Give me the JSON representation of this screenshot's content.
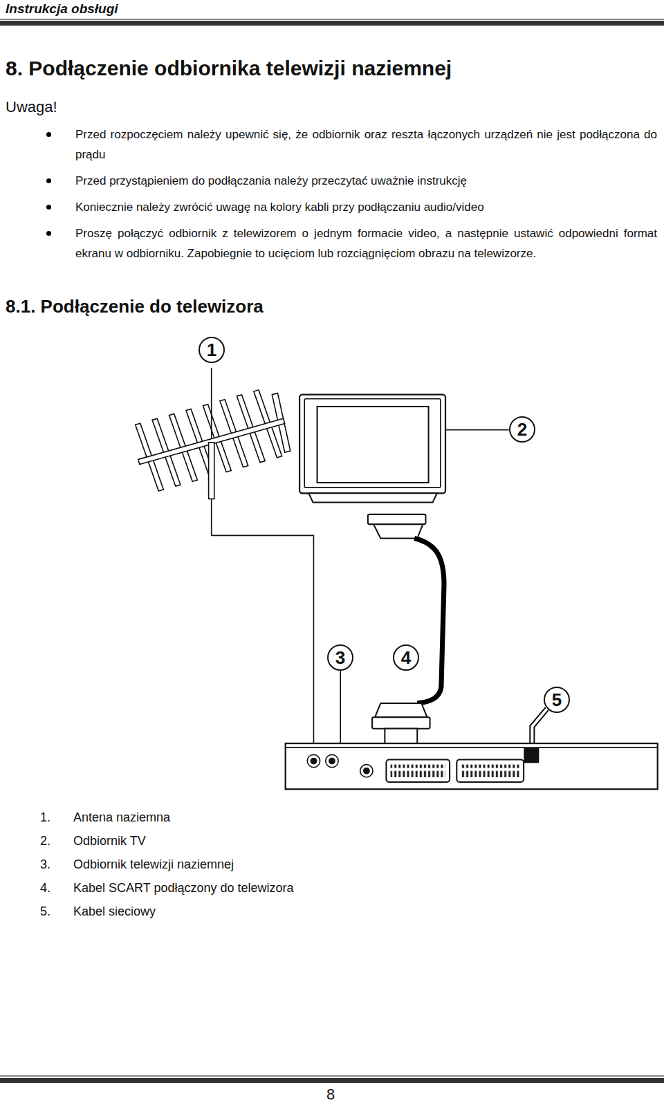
{
  "diagram": {
    "title": "8. Podłączenie odbiornika telewizji naziemnej",
    "nodes": [
      {
        "text": [
          "1"
        ]
      },
      {
        "text": [
          "2"
        ]
      },
      {
        "text": [
          "3"
        ]
      },
      {
        "text": [
          "4"
        ]
      },
      {
        "text": [
          "5"
        ]
      }
    ],
    "labels": [
      "Instrukcja obsługi",
      "Uwaga!",
      "Przed rozpoczęciem należy upewnić się, że odbiornik oraz reszta łączonych urządzeń nie jest podłączona do prądu",
      "Przed przystąpieniem do podłączania należy przeczytać uważnie instrukcję",
      "Koniecznie należy zwrócić uwagę na kolory kabli przy podłączaniu audio/video",
      "Proszę połączyć odbiornik z telewizorem o jednym formacie video, a następnie ustawić odpowiedni format ekranu w odbiorniku. Zapobiegnie to ucięciom lub rozciągnięciom obrazu na telewizorze.",
      "8.1. Podłączenie do telewizora",
      "1.",
      "Antena naziemna",
      "2.",
      "Odbiornik TV",
      "3.",
      "Odbiornik telewizji naziemnej",
      "4.",
      "Kabel SCART podłączony do telewizora",
      "5.",
      "Kabel sieciowy",
      "8"
    ]
  }
}
